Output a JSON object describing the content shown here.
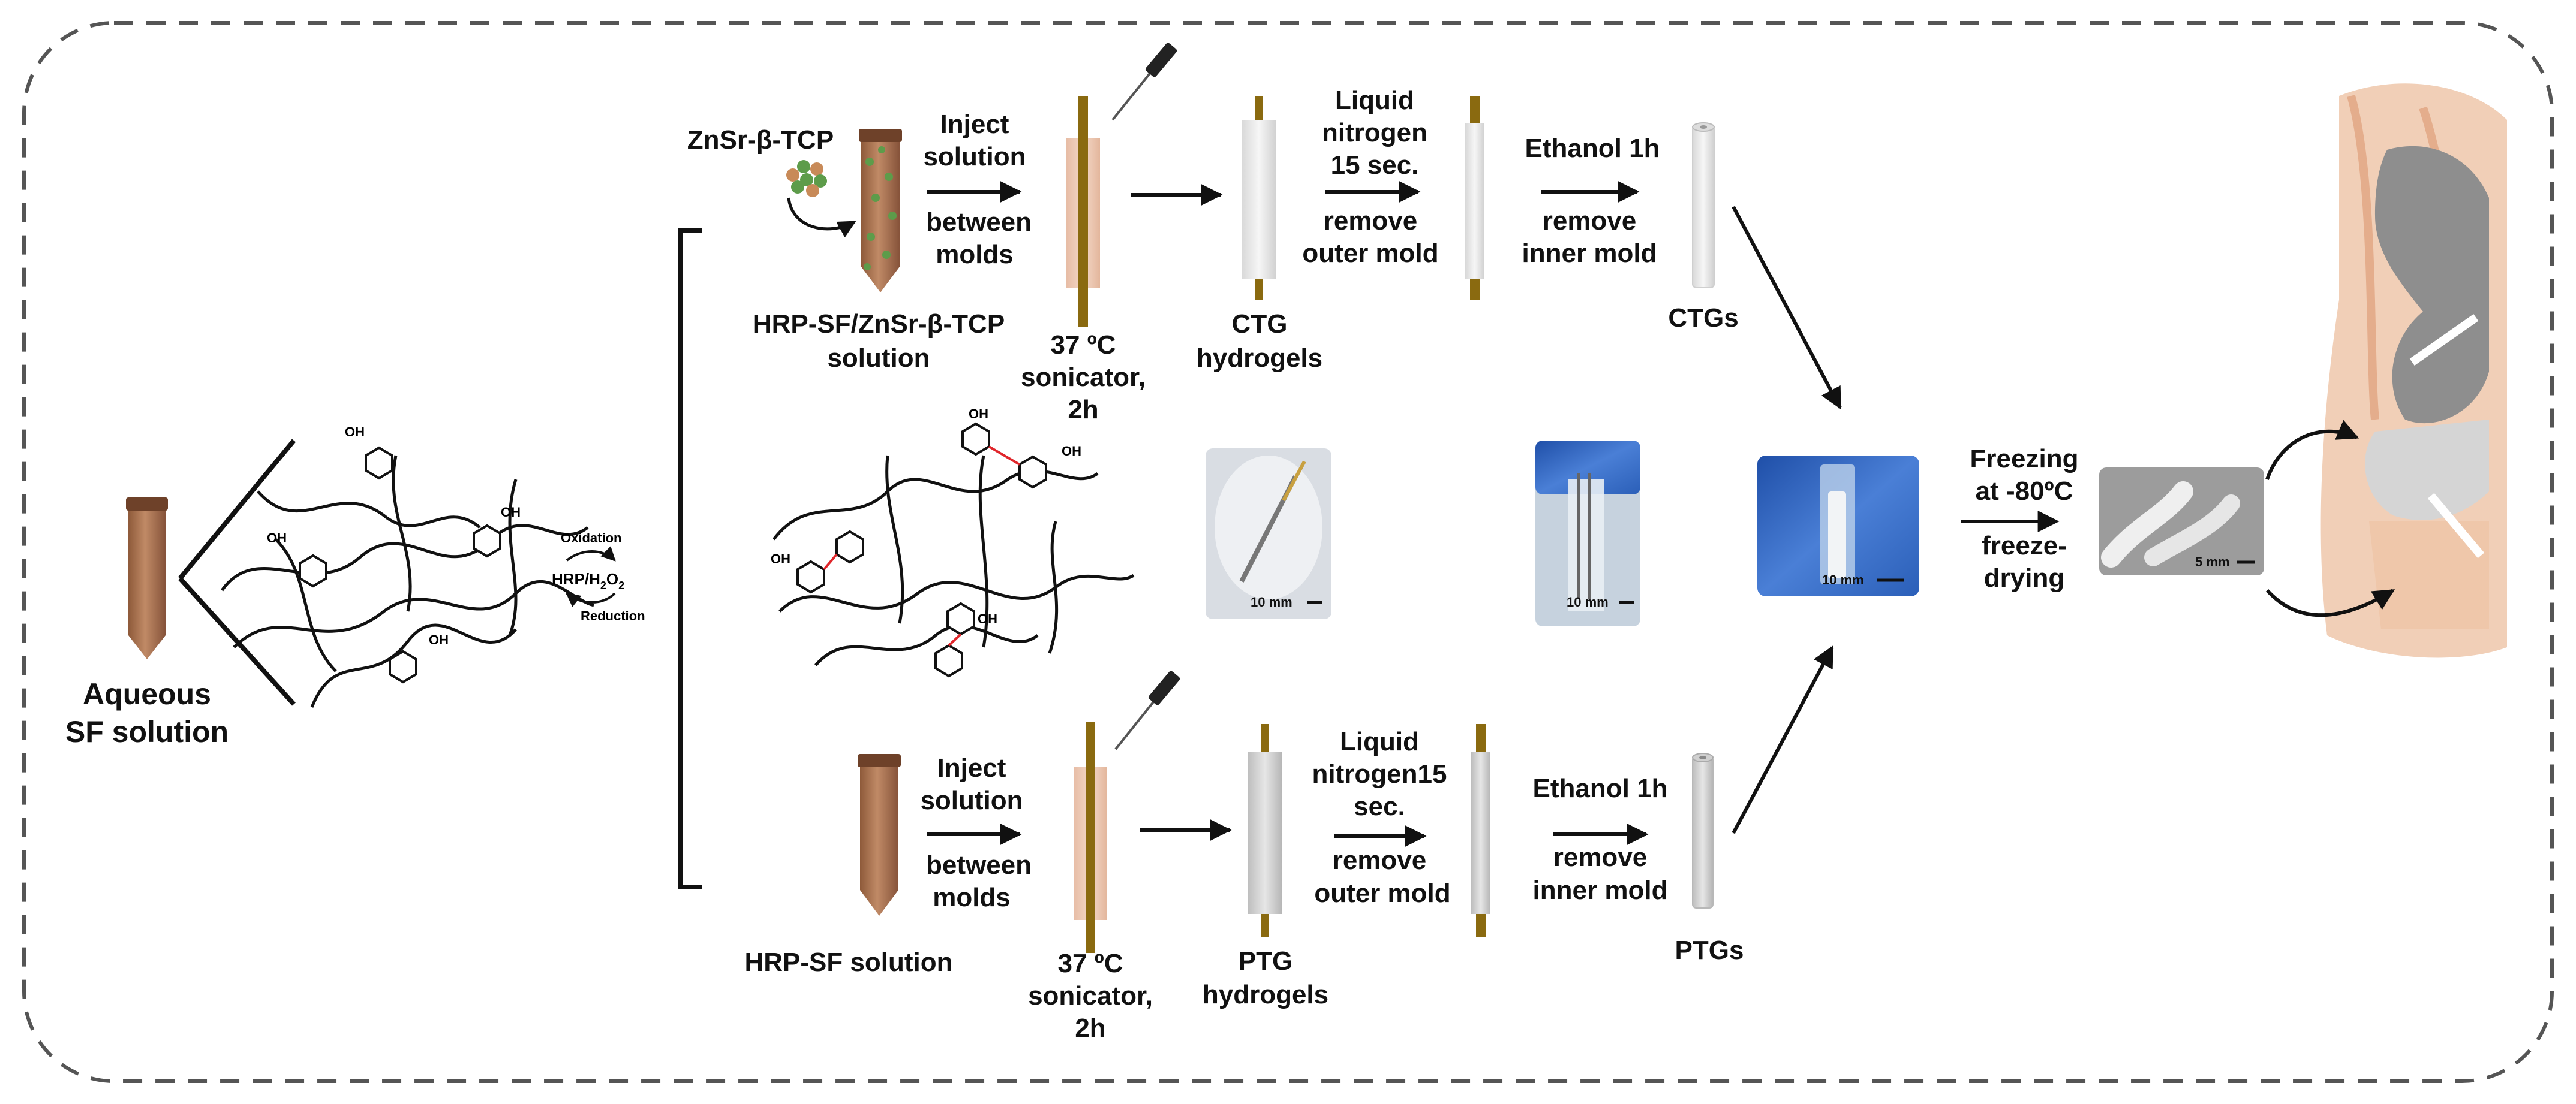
{
  "start": {
    "line1": "Aqueous",
    "line2": "SF solution"
  },
  "chemistry": {
    "oh": "OH",
    "oxidation": "Oxidation",
    "catalyst": "HRP/H",
    "catalyst_sub1": "2",
    "catalyst_o": "O",
    "catalyst_sub2": "2",
    "reduction": "Reduction"
  },
  "top_route": {
    "powder_label": "ZnSr-β-TCP",
    "solution_label": [
      "HRP-SF/ZnSr-β-TCP",
      "solution"
    ],
    "inject_label": [
      "Inject",
      "solution",
      "between",
      "molds"
    ],
    "sonicate_label": [
      "37 ºC",
      "sonicator,",
      "2h"
    ],
    "hydrogel_label": [
      "CTG",
      "hydrogels"
    ],
    "nitrogen_label": [
      "Liquid",
      "nitrogen",
      "15 sec.",
      "remove",
      "outer mold"
    ],
    "ethanol_label": [
      "Ethanol 1h",
      "remove",
      "inner mold"
    ],
    "product_label": "CTGs"
  },
  "bottom_route": {
    "solution_label": "HRP-SF solution",
    "inject_label": [
      "Inject",
      "solution",
      "between",
      "molds"
    ],
    "sonicate_label": [
      "37 ºC",
      "sonicator,",
      "2h"
    ],
    "hydrogel_label": [
      "PTG",
      "hydrogels"
    ],
    "nitrogen_label": [
      "Liquid",
      "nitrogen15",
      "sec.",
      "remove",
      "outer mold"
    ],
    "ethanol_label": [
      "Ethanol 1h",
      "remove",
      "inner mold"
    ],
    "product_label": "PTGs"
  },
  "photos": {
    "syringe_scale": "10 mm",
    "tubes_scale": "10 mm",
    "combined_scale": "10 mm",
    "final_scale": "5 mm"
  },
  "final_step": {
    "label": [
      "Freezing",
      "at -80ºC",
      "freeze-",
      "drying"
    ]
  },
  "colors": {
    "tube_body": "#a86f4c",
    "tube_cap": "#7a4a2e",
    "mold_rod": "#8a6a10",
    "gel_fill": "#ecc9b5",
    "hydrogel_fill": "#e2e2e2",
    "arrow": "#111111",
    "dashed_border": "#555555",
    "powder_green": "#5d9c4a",
    "photo_blue": "#2a5bb8",
    "knee_skin": "#efc7aa"
  }
}
